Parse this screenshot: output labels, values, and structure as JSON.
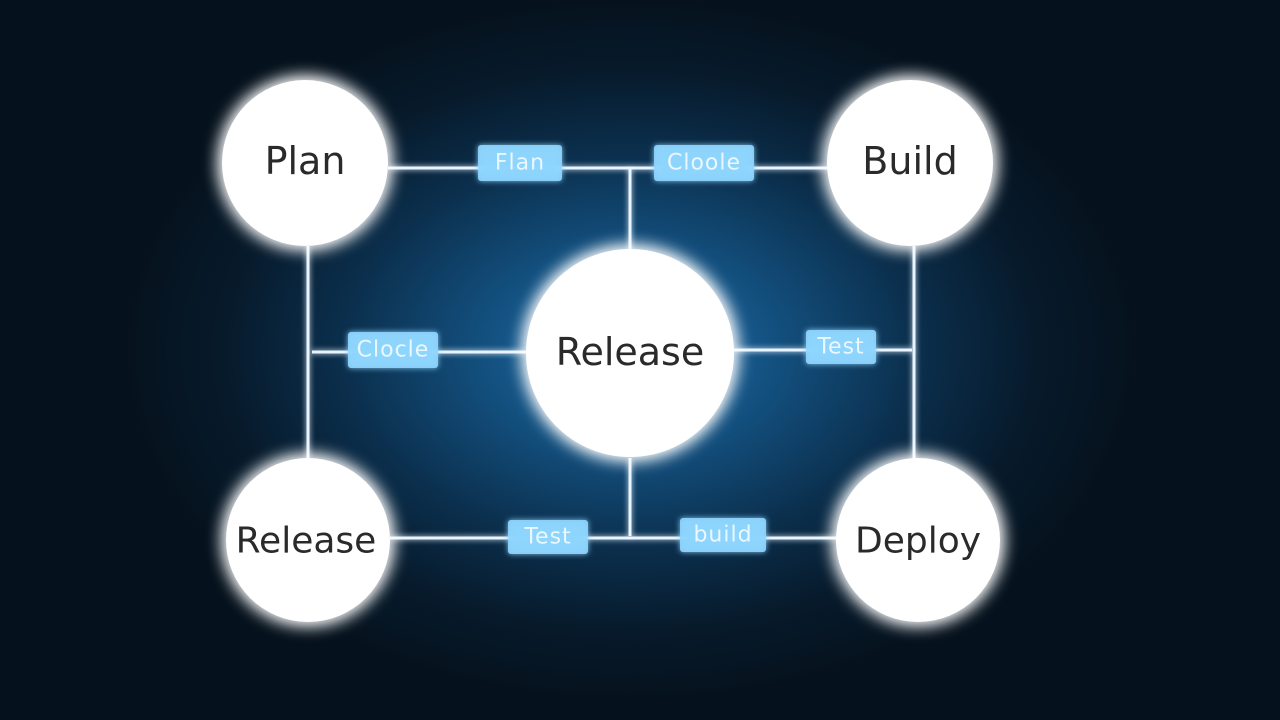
{
  "colors": {
    "node_fill": "#ffffff",
    "node_glow": "#7fd0ff",
    "connector": "#e8f4ff",
    "tag_fill": "#8fd6ff",
    "tag_text": "#eaf7ff",
    "node_text": "#2a2a2a"
  },
  "nodes": {
    "plan": "Plan",
    "build": "Build",
    "center": "Release",
    "release": "Release",
    "deploy": "Deploy"
  },
  "tags": {
    "top_left": "Flan",
    "top_right": "Cloole",
    "mid_left": "Clocle",
    "mid_right": "Test",
    "bottom_left": "Test",
    "bottom_right": "build"
  }
}
